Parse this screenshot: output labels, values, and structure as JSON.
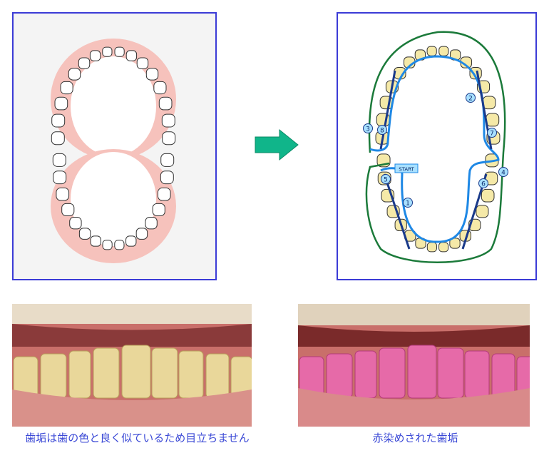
{
  "diagram": {
    "start_label": "START",
    "step_numbers": [
      "1",
      "2",
      "3",
      "4",
      "5",
      "6",
      "7",
      "8"
    ],
    "colors": {
      "panel_border": "#3b3bd6",
      "path_blue": "#1e88e5",
      "outer_green": "#1b7a3a",
      "arrow_green": "#10b58a",
      "gum_pink": "#f6b6b0",
      "tooth_cream": "#f5e9a8"
    }
  },
  "captions": {
    "left": "歯垢は歯の色と良く似ているため目立ちません",
    "right": "赤染めされた歯垢"
  }
}
